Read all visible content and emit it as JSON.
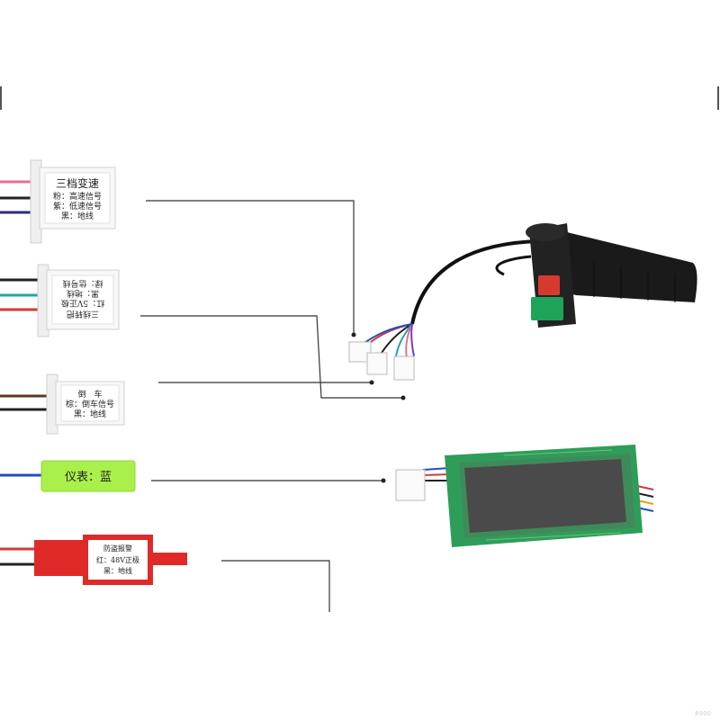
{
  "connectors": [
    {
      "title": "三档变速",
      "lines": [
        "粉：高速信号",
        "紫：低速信号",
        "黑：地线"
      ],
      "wire_colors": [
        "#e76c9a",
        "#222222",
        "#2b2b7a"
      ]
    },
    {
      "title": "三线转把",
      "lines": [
        "红：5V正极",
        "黑：地线",
        "绿：信号线"
      ],
      "wire_colors": [
        "#222222",
        "#26a4a4",
        "#d23a3a"
      ]
    },
    {
      "title": "倒　车",
      "lines": [
        "棕：倒车信号",
        "黑：地线"
      ],
      "wire_colors": [
        "#5a3a22",
        "#222222"
      ]
    },
    {
      "title": "仪表：蓝",
      "lines": [],
      "wire_colors": [
        "#1f4fc1"
      ]
    },
    {
      "title": "防盗报警",
      "lines": [
        "红：48V正极",
        "黑：地线"
      ],
      "wire_colors": [
        "#d23a3a",
        "#222222"
      ]
    }
  ],
  "colors": {
    "leader_line": "#333333",
    "throttle_grip": "#1a1a1a",
    "button_red": "#d63a2f",
    "button_green": "#1ea45a",
    "pcb_green": "#2f9d5a",
    "lcd": "#4a4a4a",
    "sensor_tag": "#ffffff",
    "meter_tag": "#aaf04a",
    "alarm_tag": "#e02a2a"
  },
  "watermark": "8900"
}
